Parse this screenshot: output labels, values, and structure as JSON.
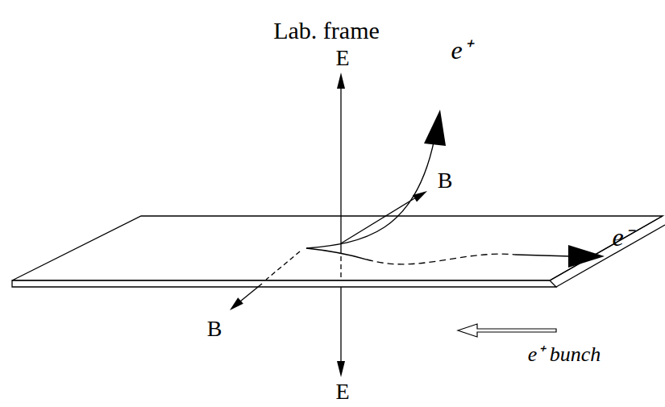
{
  "diagram": {
    "title": "Lab. frame",
    "labels": [
      "E",
      "E",
      "B",
      "B",
      "e⁺",
      "e⁻",
      "e⁺ bunch"
    ]
  }
}
